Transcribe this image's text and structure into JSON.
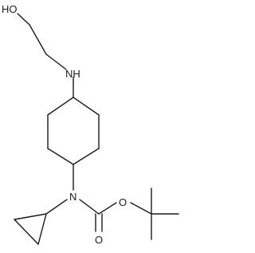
{
  "molecule": {
    "atom_labels": {
      "hydroxyl": "HO",
      "amine_nh": "NH",
      "carbamate_n": "N",
      "ester_o": "O",
      "carbonyl_o": "O"
    }
  }
}
